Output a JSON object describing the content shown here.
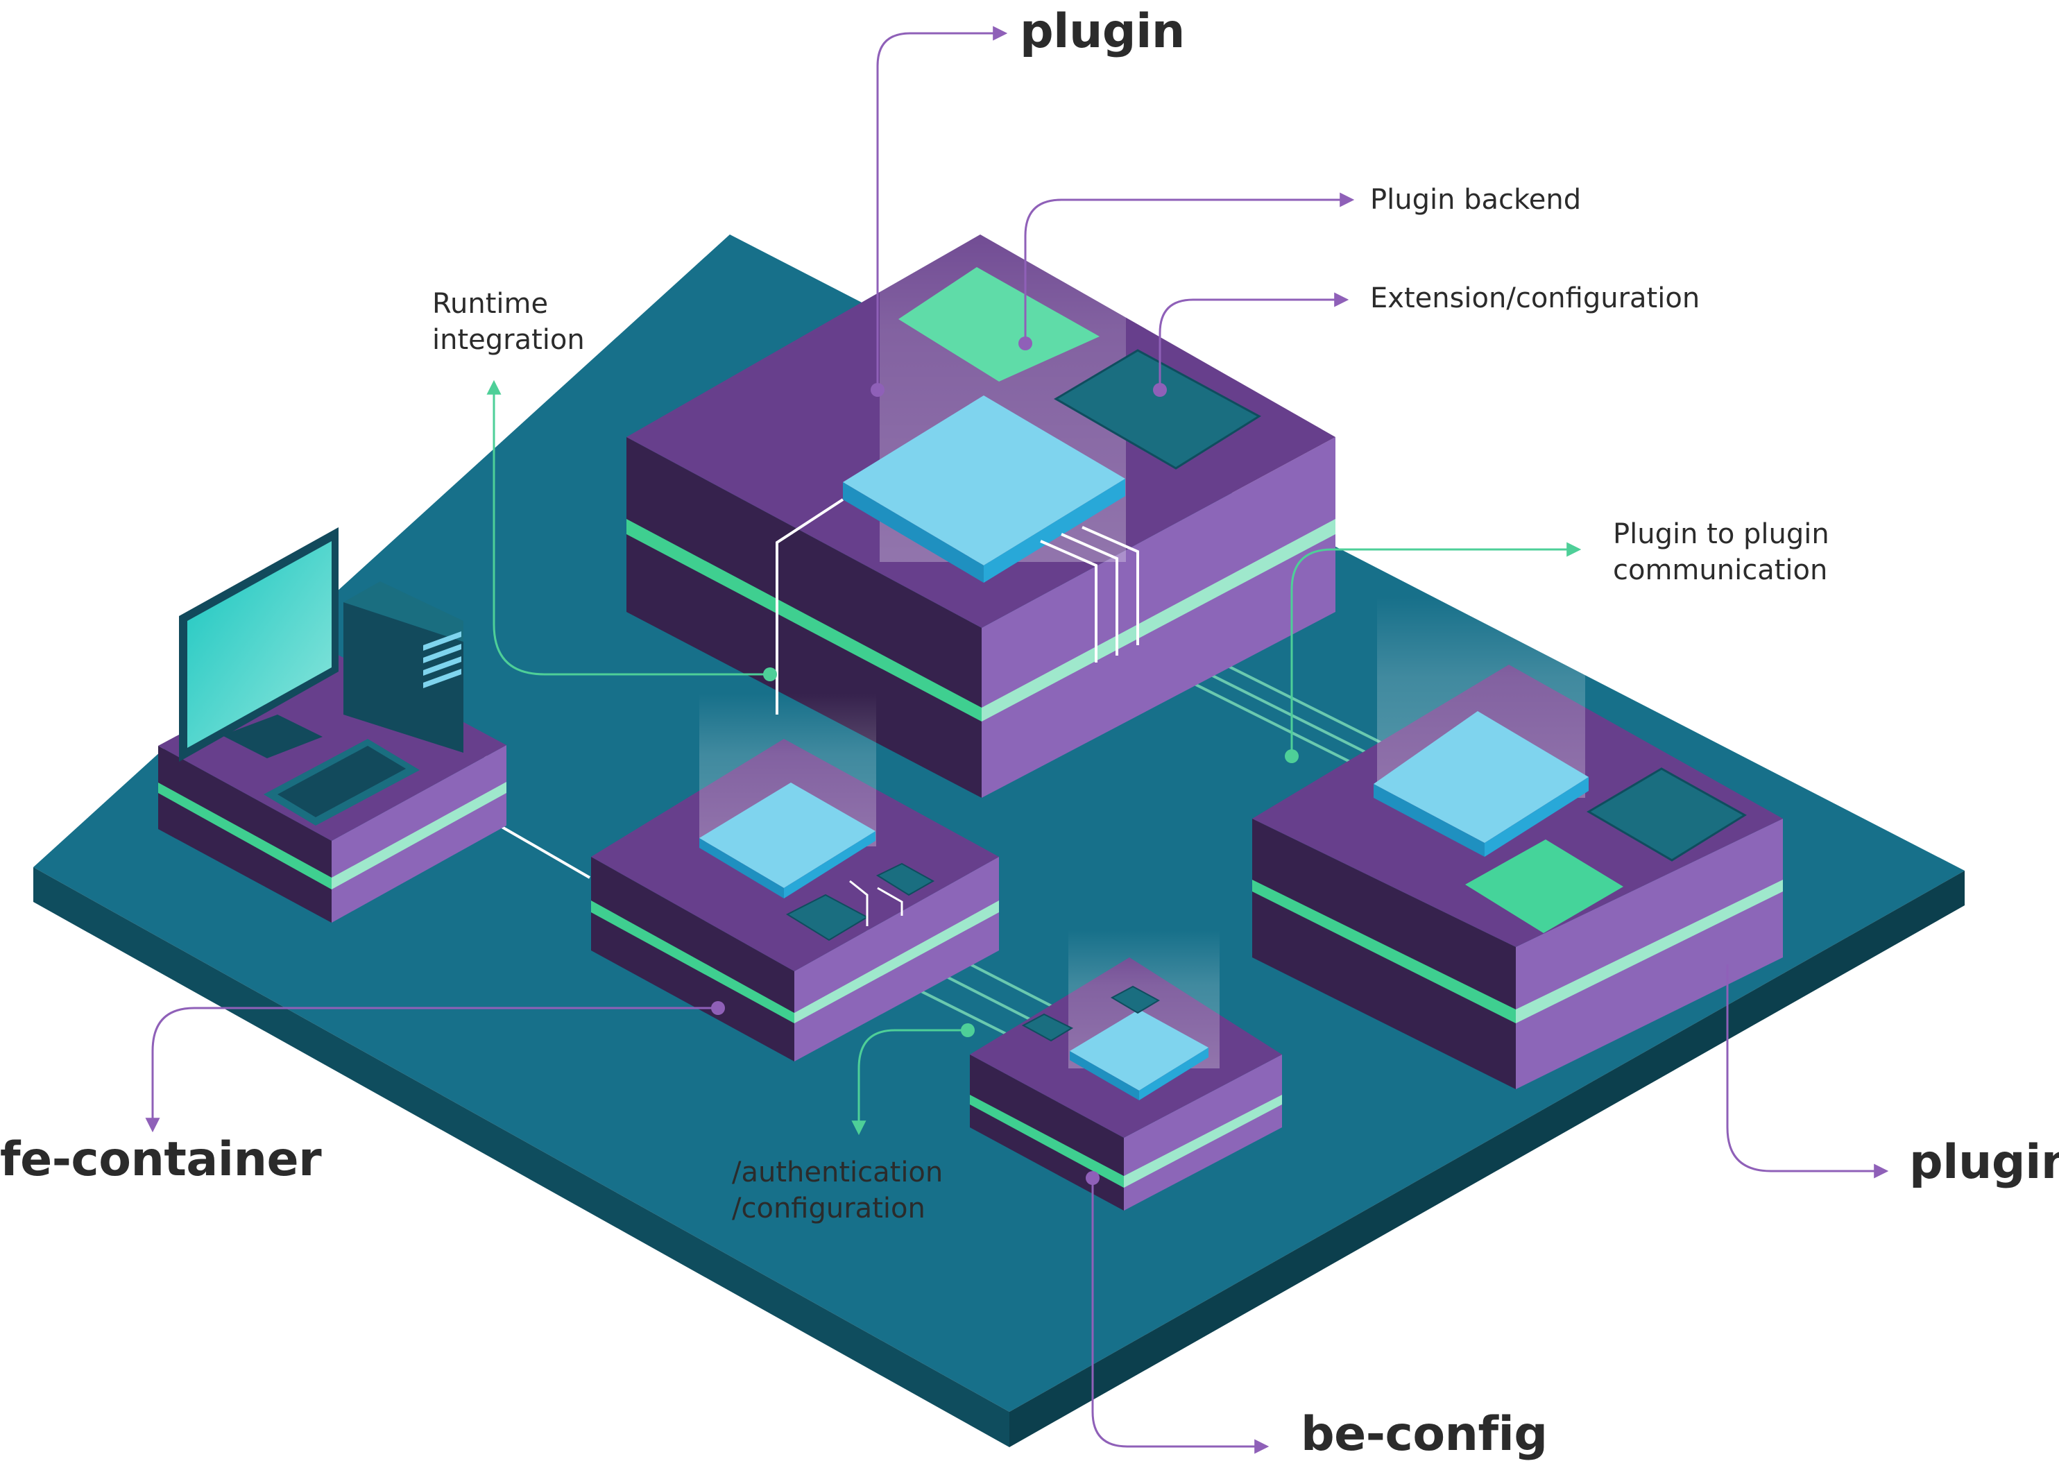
{
  "labels": {
    "plugin_top": "plugin",
    "plugin_right": "plugin",
    "fe_container": "fe-container",
    "be_config": "be-config",
    "plugin_backend": "Plugin backend",
    "extension_configuration": "Extension/configuration",
    "runtime_integration": [
      "Runtime",
      "integration"
    ],
    "plugin_to_plugin": [
      "Plugin to plugin",
      "communication"
    ],
    "auth_config": [
      "/authentication",
      "/configuration"
    ]
  },
  "colors": {
    "base_top": "#17708a",
    "base_left": "#0f4d5e",
    "base_right": "#0c3f4d",
    "block_top": "#673f8c",
    "block_left": "#36224d",
    "block_right": "#8c66b8",
    "glow": "#7fe0b8",
    "chip_blue_top": "#7fd4ee",
    "chip_blue_side": "#28a8d8",
    "chip_green": "#5fdca8",
    "chip_teal": "#1a6e80",
    "arrow_purple": "#8f60b8",
    "arrow_green": "#4ecf98",
    "text": "#2b2b2b"
  }
}
